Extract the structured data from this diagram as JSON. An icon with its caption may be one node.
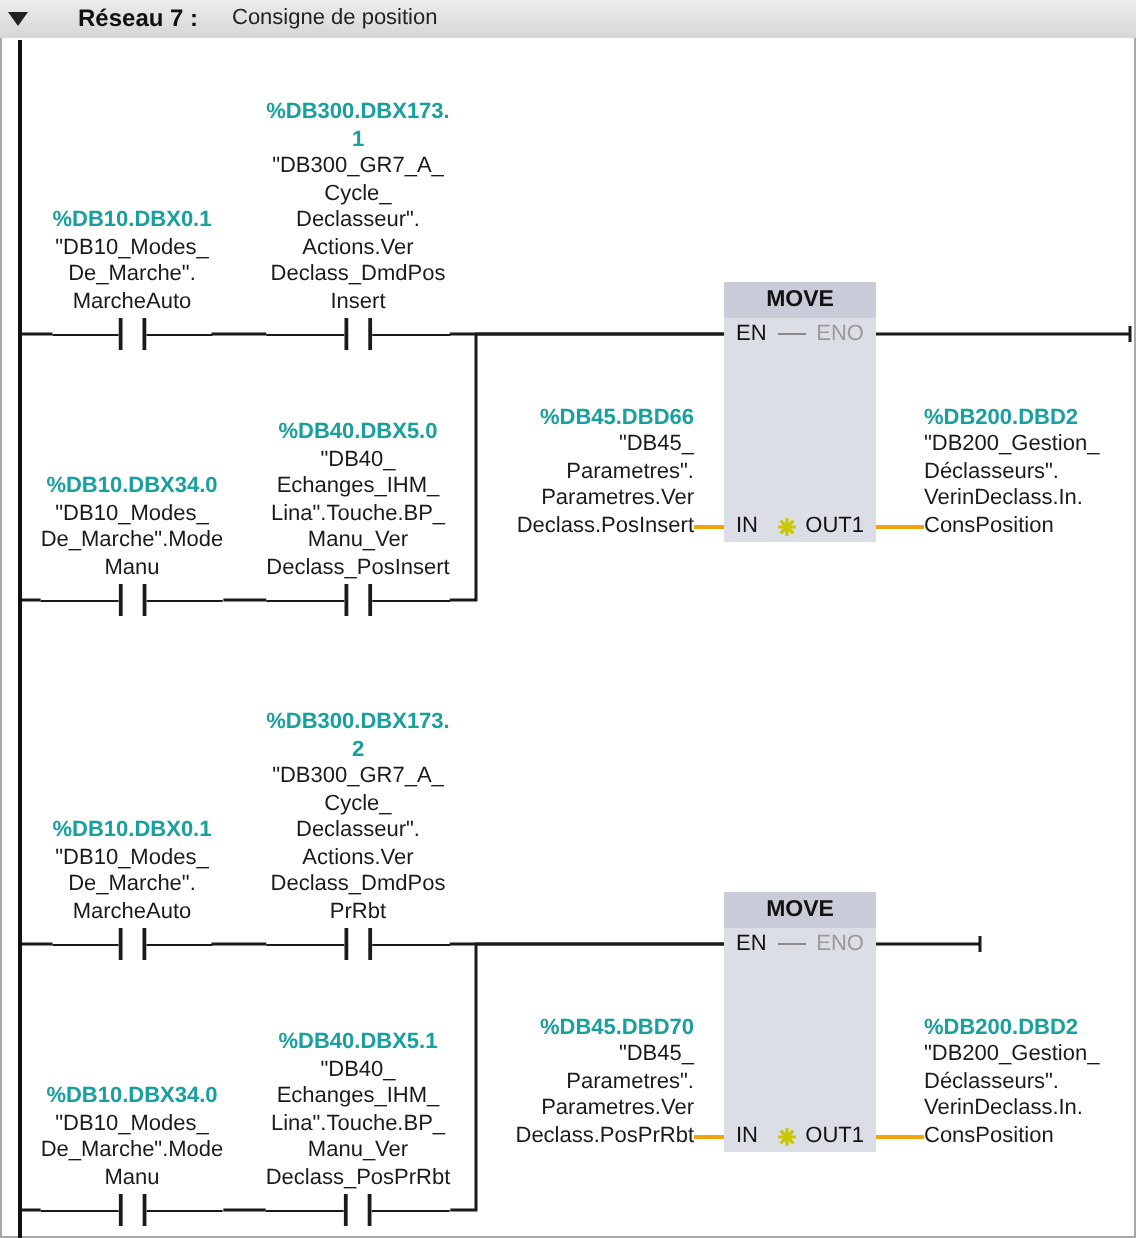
{
  "diagram": {
    "title": "Réseau 7 :",
    "nodes": [
      {
        "text": [],
        "shape": "bar"
      },
      {
        "text": [
          "%DB10.DBX0.1",
          "\"DB10_Modes_ De_Marche\". MarcheAuto"
        ]
      },
      {
        "text": [
          "%DB300.DBX173. 1",
          "\"DB300_GR7_A_ Cycle_ Declasseur\". Actions.Ver Declass_DmdPos Insert"
        ]
      },
      {
        "text": [
          "%DB10.DBX34.0",
          "\"DB10_Modes_ De_Marche\".Mode Manu"
        ]
      },
      {
        "text": [
          "%DB40.DBX5.0",
          "\"DB40_ Echanges_IHM_ Lina\".Touche.BP_ Manu_Ver Declass_PosInsert"
        ]
      },
      {
        "text": [
          "%DB45.DBD66",
          "\"DB45_ Parametres\". Parametres.Ver Declass.PosInsert"
        ]
      },
      {
        "text": [
          "MOVE",
          "EN",
          "ENO",
          "IN",
          "OUT1"
        ]
      },
      {
        "text": [
          "%DB200.DBD2",
          "\"DB200_Gestion_ Déclasseurs\". VerinDeclass.In. ConsPosition"
        ]
      },
      {
        "text": [
          "%DB10.DBX0.1",
          "\"DB10_Modes_ De_Marche\". MarcheAuto"
        ]
      },
      {
        "text": [
          "%DB300.DBX173. 2",
          "\"DB300_GR7_A_ Cycle_ Declasseur\". Actions.Ver Declass_DmdPos PrRbt"
        ]
      },
      {
        "text": [
          "%DB10.DBX34.0",
          "\"DB10_Modes_ De_Marche\".Mode Manu"
        ]
      },
      {
        "text": [
          "%DB40.DBX5.1",
          "\"DB40_ Echanges_IHM_ Lina\".Touche.BP_ Manu_Ver Declass_PosPrRbt"
        ]
      },
      {
        "text": [
          "%DB45.DBD70",
          "\"DB45_ Parametres\". Parametres.Ver Declass.PosPrRbt"
        ]
      },
      {
        "text": [
          "MOVE",
          "EN",
          "ENO",
          "IN",
          "OUT1"
        ]
      },
      {
        "text": [
          "%DB200.DBD2",
          "\"DB200_Gestion_ Déclasseurs\". VerinDeclass.In. ConsPosition"
        ]
      }
    ],
    "edges": [
      {
        "from": 0,
        "to": 1,
        "arrow": "none"
      },
      {
        "from": 1,
        "to": 2,
        "arrow": "none"
      },
      {
        "from": 2,
        "to": 6,
        "arrow": "none"
      },
      {
        "from": 0,
        "to": 3,
        "arrow": "none"
      },
      {
        "from": 3,
        "to": 4,
        "arrow": "none"
      },
      {
        "from": 4,
        "to": 6,
        "arrow": "none"
      },
      {
        "from": 5,
        "to": 6,
        "arrow": "none",
        "color": "#f5a30a"
      },
      {
        "from": 6,
        "to": 7,
        "arrow": "none",
        "color": "#f5a30a"
      },
      {
        "from": 6,
        "to": null,
        "arrow": "none"
      },
      {
        "from": 0,
        "to": 8,
        "arrow": "none"
      },
      {
        "from": 8,
        "to": 9,
        "arrow": "none"
      },
      {
        "from": 9,
        "to": 13,
        "arrow": "none"
      },
      {
        "from": 0,
        "to": 10,
        "arrow": "none"
      },
      {
        "from": 10,
        "to": 11,
        "arrow": "none"
      },
      {
        "from": 11,
        "to": 13,
        "arrow": "none"
      },
      {
        "from": 12,
        "to": 13,
        "arrow": "none",
        "color": "#f5a30a"
      },
      {
        "from": 13,
        "to": 14,
        "arrow": "none",
        "color": "#f5a30a"
      },
      {
        "from": 13,
        "to": null,
        "arrow": "none"
      }
    ],
    "labels": [
      "Consigne de position"
    ]
  }
}
